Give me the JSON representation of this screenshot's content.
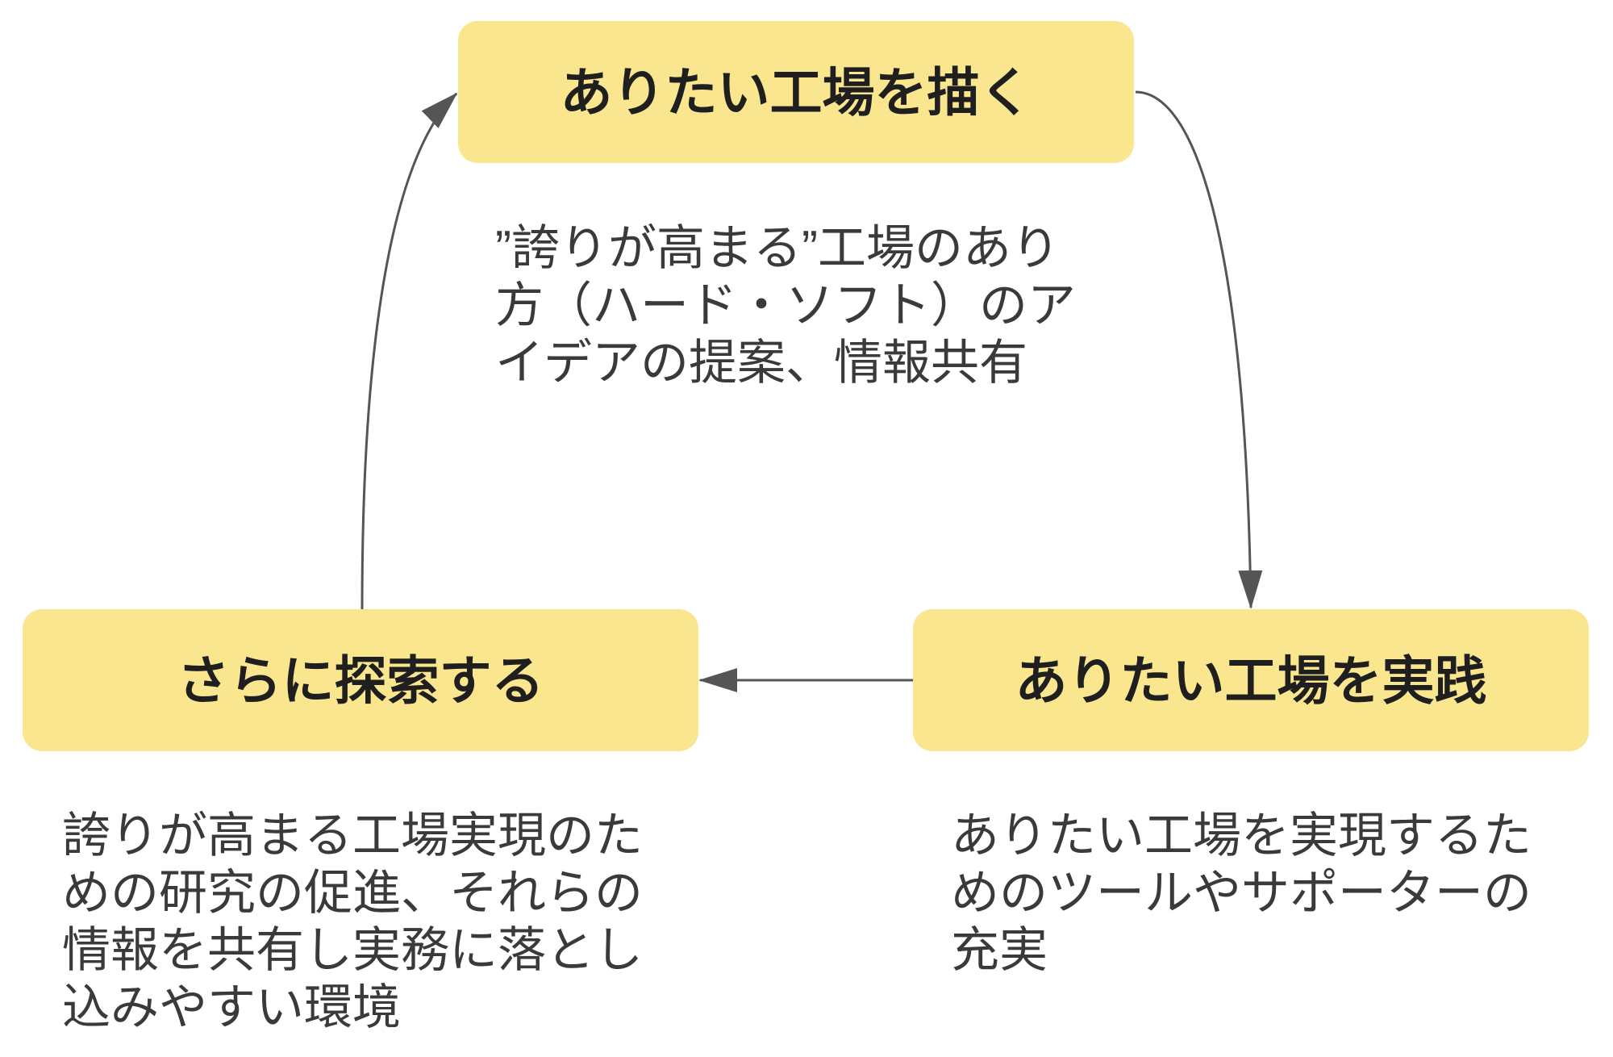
{
  "colors": {
    "node_fill": "#F9E68E",
    "title_text": "#1F1F1F",
    "body_text": "#3A3A3A",
    "arrow": "#555555",
    "background": "#FFFFFF"
  },
  "nodes": [
    {
      "title": "ありたい工場を描く",
      "description": [
        "”誇りが高まる”工場のあり",
        "方（ハード・ソフト）のア",
        "イデアの提案、情報共有"
      ]
    },
    {
      "title": "ありたい工場を実践",
      "description": [
        "ありたい工場を実現するた",
        "めのツールやサポーターの",
        "充実"
      ]
    },
    {
      "title": "さらに探索する",
      "description": [
        "誇りが高まる工場実現のた",
        "めの研究の促進、それらの",
        "情報を共有し実務に落とし",
        "込みやすい環境"
      ]
    }
  ],
  "edges": [
    {
      "from": 0,
      "to": 1
    },
    {
      "from": 1,
      "to": 2
    },
    {
      "from": 2,
      "to": 0
    }
  ]
}
